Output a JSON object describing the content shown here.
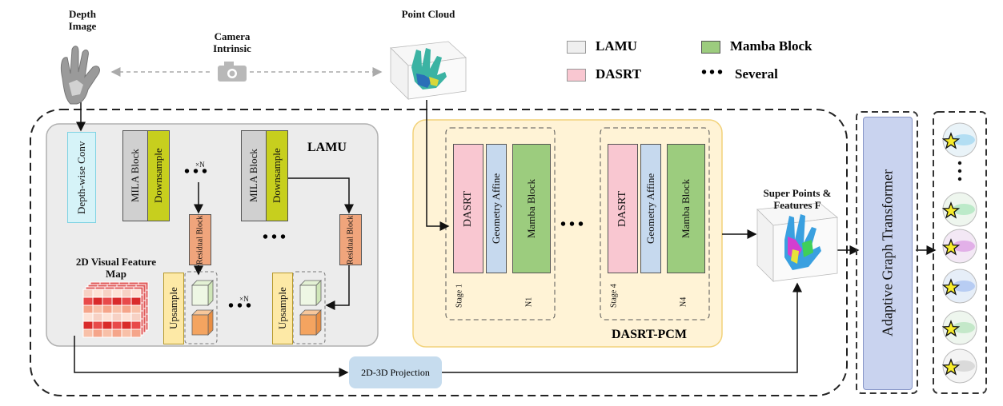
{
  "top": {
    "depth_image": "Depth Image",
    "camera_intrinsic": "Camera Intrinsic",
    "point_cloud": "Point Cloud"
  },
  "legend": {
    "lamu": "LAMU",
    "mamba_block": "Mamba Block",
    "dasrt": "DASRT",
    "several": "Several",
    "colors": {
      "lamu": "#efefef",
      "mamba": "#9ccc7e",
      "dasrt": "#f9c7d1"
    }
  },
  "lamu_module": {
    "title": "LAMU",
    "depthwise_conv": "Depth-wise Conv",
    "mila_block": "MILA Block",
    "downsample": "Downsample",
    "residual_block": "Residual Block",
    "upsample": "Upsample",
    "times_n": "×N",
    "feature_map": "2D Visual Feature Map"
  },
  "pcm_module": {
    "title": "DASRT-PCM",
    "dasrt": "DASRT",
    "geometry_affine": "Geometry Affine",
    "mamba_block": "Mamba Block",
    "stage1": "Stage 1",
    "stage4": "Stage 4",
    "n1": "N1",
    "n4": "N4"
  },
  "super_points": "Super Points & Features F",
  "projection": "2D-3D Projection",
  "agt": "Adaptive Graph Transformer"
}
